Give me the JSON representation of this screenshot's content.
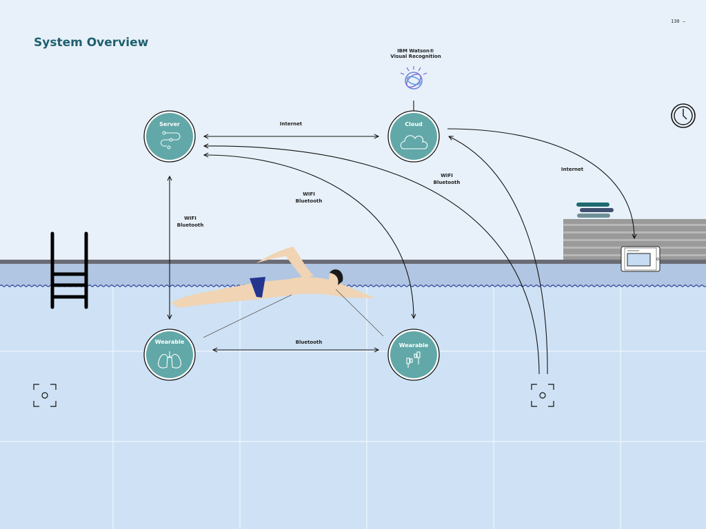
{
  "header": {
    "title": "System Overview",
    "page_number": "130 —"
  },
  "nodes": {
    "server": "Server",
    "cloud": "Cloud",
    "wearable_left": "Wearable",
    "wearable_right": "Wearable",
    "watson_line1": "IBM Watson®",
    "watson_line2": "Visual Recognition"
  },
  "connections": {
    "server_cloud": "Internet",
    "cloud_tablet": "Internet",
    "server_wearable_1": "WIFI",
    "server_wearable_2": "Bluetooth",
    "server_wearable_right_1": "WIFI",
    "server_wearable_right_2": "Bluetooth",
    "cloud_camera_1": "WIFI",
    "cloud_camera_2": "Bluetooth",
    "wearables": "Bluetooth"
  },
  "colors": {
    "node": "#62a8a8",
    "title": "#1f5f6e",
    "sky": "#e8f1f9",
    "water": "#cfe2f5",
    "wave": "#2b3f9a"
  }
}
